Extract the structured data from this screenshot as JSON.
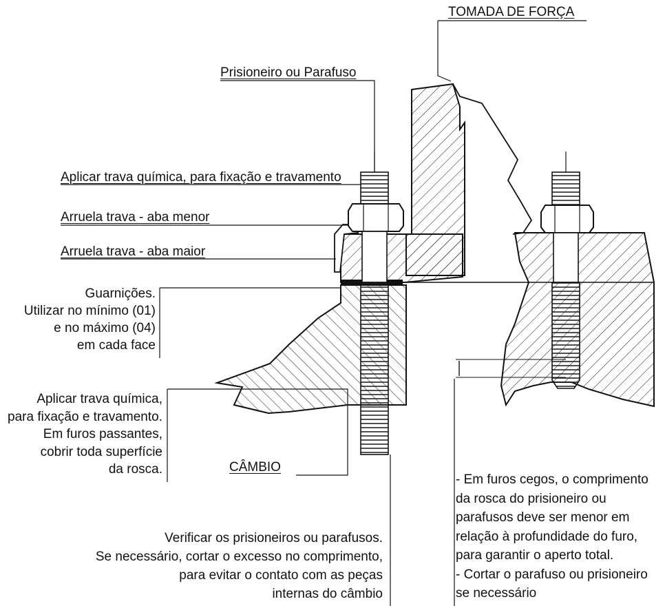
{
  "labels": {
    "tomada": "TOMADA DE FORÇA",
    "prisioneiro": "Prisioneiro ou Parafuso",
    "trava_fixacao": "Aplicar trava química, para fixação e travamento",
    "aba_menor": "Arruela trava - aba menor",
    "aba_maior": "Arruela trava - aba maior",
    "guarnicoes": [
      "Guarnições.",
      "Utilizar no mínimo (01)",
      "e no máximo (04)",
      "em cada face"
    ],
    "trava_passantes": [
      "Aplicar trava química,",
      "para fixação e travamento.",
      "Em furos passantes,",
      "cobrir toda superfície",
      "da rosca."
    ],
    "cambio": "CÂMBIO",
    "verificar": [
      "Verificar os prisioneiros ou parafusos.",
      "Se necessário, cortar o excesso no comprimento,",
      "para evitar o contato com as peças",
      "internas do câmbio"
    ],
    "furos_cegos": [
      "- Em furos cegos, o comprimento",
      "da rosca do prisioneiro ou",
      "parafusos deve ser menor em",
      "relação à profundidade do furo,",
      "para garantir o aperto total.",
      "- Cortar o parafuso ou prisioneiro",
      "se necessário"
    ]
  }
}
